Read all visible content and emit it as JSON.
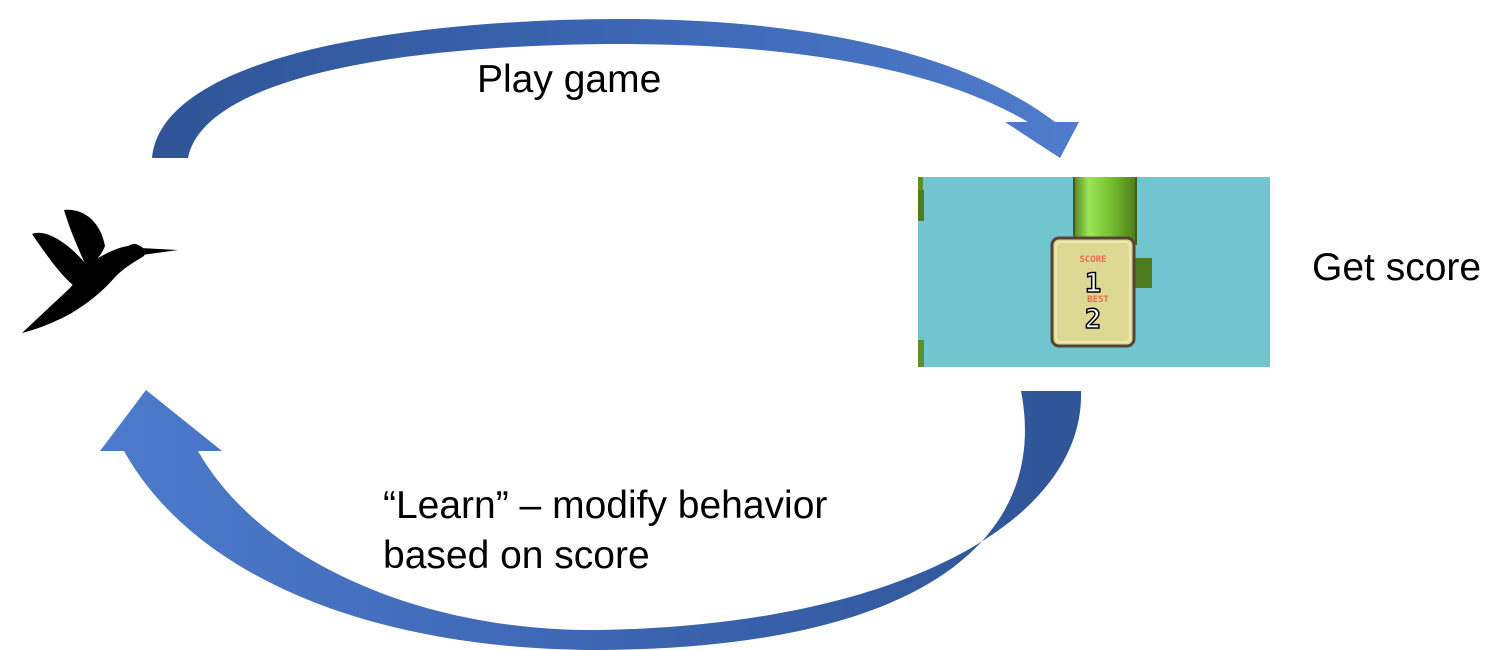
{
  "labels": {
    "play_game": "Play game",
    "get_score": "Get score",
    "learn_line1": "“Learn” – modify behavior",
    "learn_line2": "based on score"
  },
  "game_screenshot": {
    "score_label": "SCORE",
    "score_value": "1",
    "best_label": "BEST",
    "best_value": "2",
    "colors": {
      "sky": "#71c5cf",
      "pipe": "#73bf2e",
      "panel": "#ded895",
      "label_text": "#e86a4e"
    }
  },
  "icons": {
    "agent": "hummingbird-icon"
  },
  "colors": {
    "arrow_light": "#4a76c9",
    "arrow_dark": "#2f5597"
  }
}
